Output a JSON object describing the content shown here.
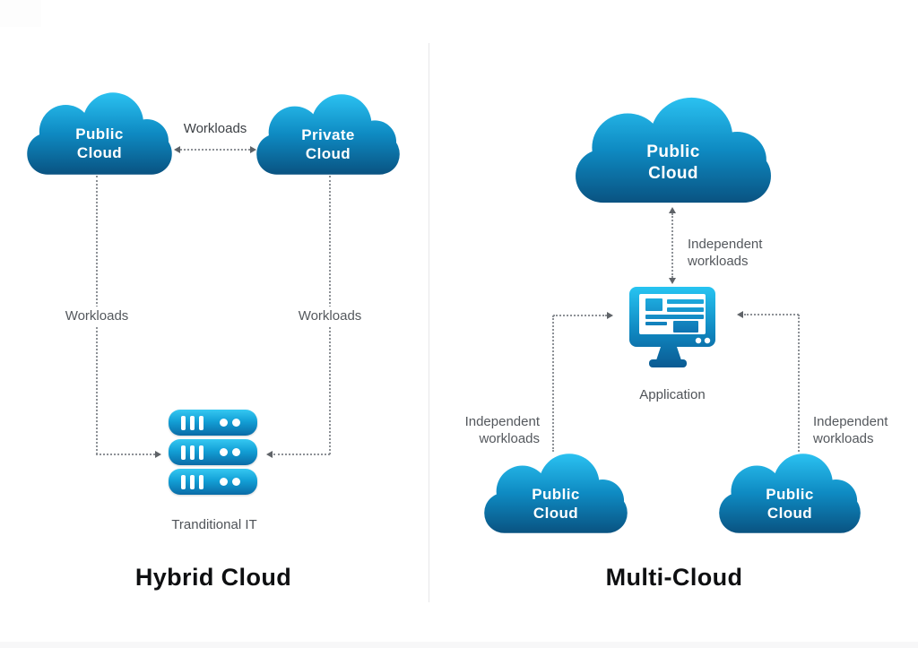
{
  "diagram": {
    "left": {
      "title": "Hybrid Cloud",
      "cloud_public": {
        "line1": "Public",
        "line2": "Cloud"
      },
      "cloud_private": {
        "line1": "Private",
        "line2": "Cloud"
      },
      "workloads_between": "Workloads",
      "workloads_left": "Workloads",
      "workloads_right": "Workloads",
      "server_caption": "Tranditional IT"
    },
    "right": {
      "title": "Multi-Cloud",
      "cloud_top": {
        "line1": "Public",
        "line2": "Cloud"
      },
      "cloud_bottom_left": {
        "line1": "Public",
        "line2": "Cloud"
      },
      "cloud_bottom_right": {
        "line1": "Public",
        "line2": "Cloud"
      },
      "app_caption": "Application",
      "independent_top": {
        "line1": "Independent",
        "line2": "workloads"
      },
      "independent_left": {
        "line1": "Independent",
        "line2": "workloads"
      },
      "independent_right": {
        "line1": "Independent",
        "line2": "workloads"
      }
    },
    "colors": {
      "cloud_gradient_top": "#2cc4f3",
      "cloud_gradient_mid": "#0e8ac2",
      "cloud_gradient_bottom": "#09507e",
      "dashed_line": "#8d9196",
      "label_text": "#54585d",
      "title_text": "#0e0f11",
      "divider": "#e7e7e9"
    }
  }
}
